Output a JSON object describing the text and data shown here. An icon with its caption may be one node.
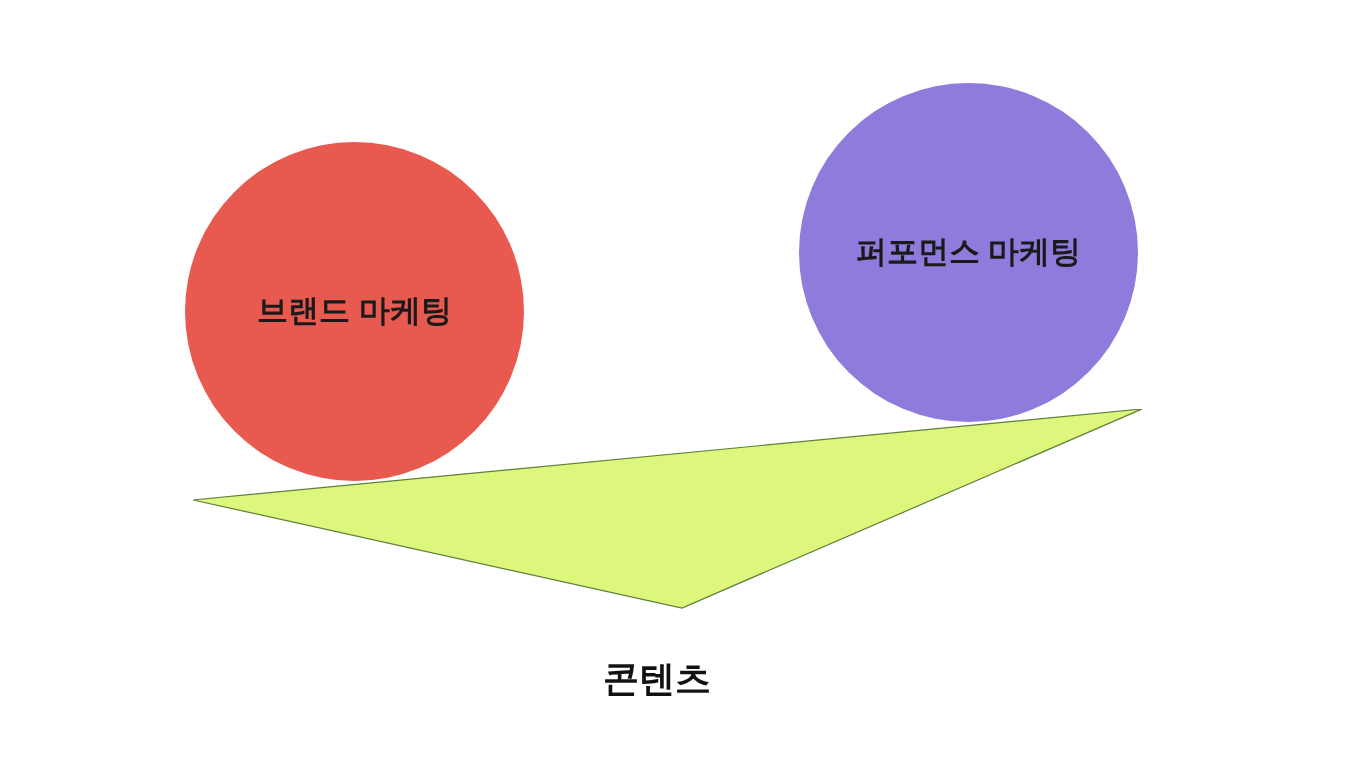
{
  "diagram": {
    "nodes": [
      {
        "text": [
          "브랜드 마케팅"
        ]
      },
      {
        "text": [
          "퍼포먼스 마케팅"
        ]
      },
      {
        "text": [
          "콘텐츠"
        ]
      }
    ]
  }
}
